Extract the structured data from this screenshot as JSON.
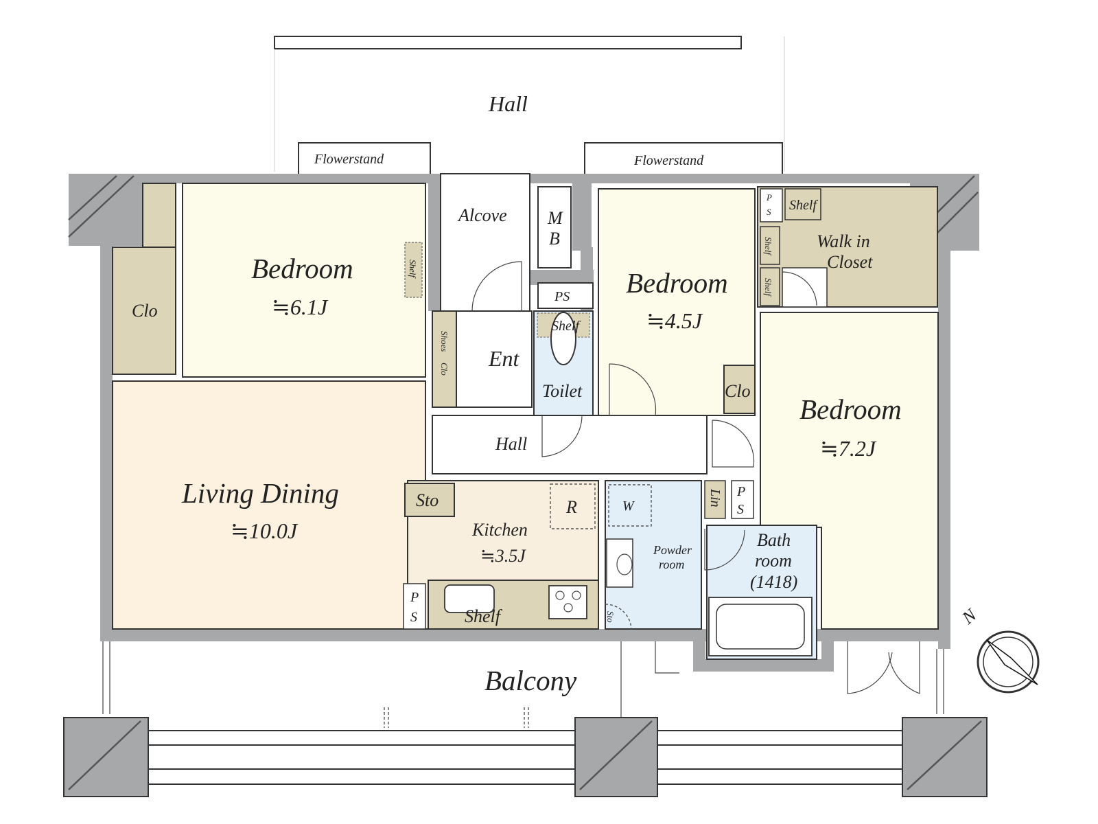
{
  "rooms": {
    "hall_top": "Hall",
    "flowerstand_left": "Flowerstand",
    "flowerstand_right": "Flowerstand",
    "alcove": "Alcove",
    "mb_m": "M",
    "mb_b": "B",
    "ps_toilet": "PS",
    "ps_wic_p": "P",
    "ps_wic_s": "S",
    "shelf_wic": "Shelf",
    "shelf_wic_side1": "Shelf",
    "shelf_wic_side2": "Shelf",
    "walk_in": "Walk in",
    "closet": "Closet",
    "bedroom1_name": "Bedroom",
    "bedroom1_size": "≒6.1J",
    "shelf_bed1": "Shelf",
    "clo_left": "Clo",
    "shoes": "Shoes",
    "shoes_clo": "Clo",
    "ent": "Ent",
    "shelf_toilet": "Shelf",
    "toilet": "Toilet",
    "bedroom2_name": "Bedroom",
    "bedroom2_size": "≒4.5J",
    "clo_bed2": "Clo",
    "bedroom3_name": "Bedroom",
    "bedroom3_size": "≒7.2J",
    "hall_mid": "Hall",
    "living_name": "Living Dining",
    "living_size": "≒10.0J",
    "sto_kitchen": "Sto",
    "r_fridge": "R",
    "kitchen_name": "Kitchen",
    "kitchen_size": "≒3.5J",
    "w_washer": "W",
    "lin": "Lin",
    "ps_lin_p": "P",
    "ps_lin_s": "S",
    "powder_1": "Powder",
    "powder_2": "room",
    "bath_1": "Bath",
    "bath_2": "room",
    "bath_3": "(1418)",
    "ps_kitchen_p": "P",
    "ps_kitchen_s": "S",
    "shelf_kitchen": "Shelf",
    "sto_powder": "Sto",
    "balcony": "Balcony",
    "north": "N"
  },
  "colors": {
    "wall": "#a7a8aa",
    "bedroom": "#fdfbe9",
    "living": "#fdf1e0",
    "kitchen": "#f9efde",
    "closet": "#dcd5b8",
    "wet": "#e2eff9",
    "white": "#ffffff"
  }
}
